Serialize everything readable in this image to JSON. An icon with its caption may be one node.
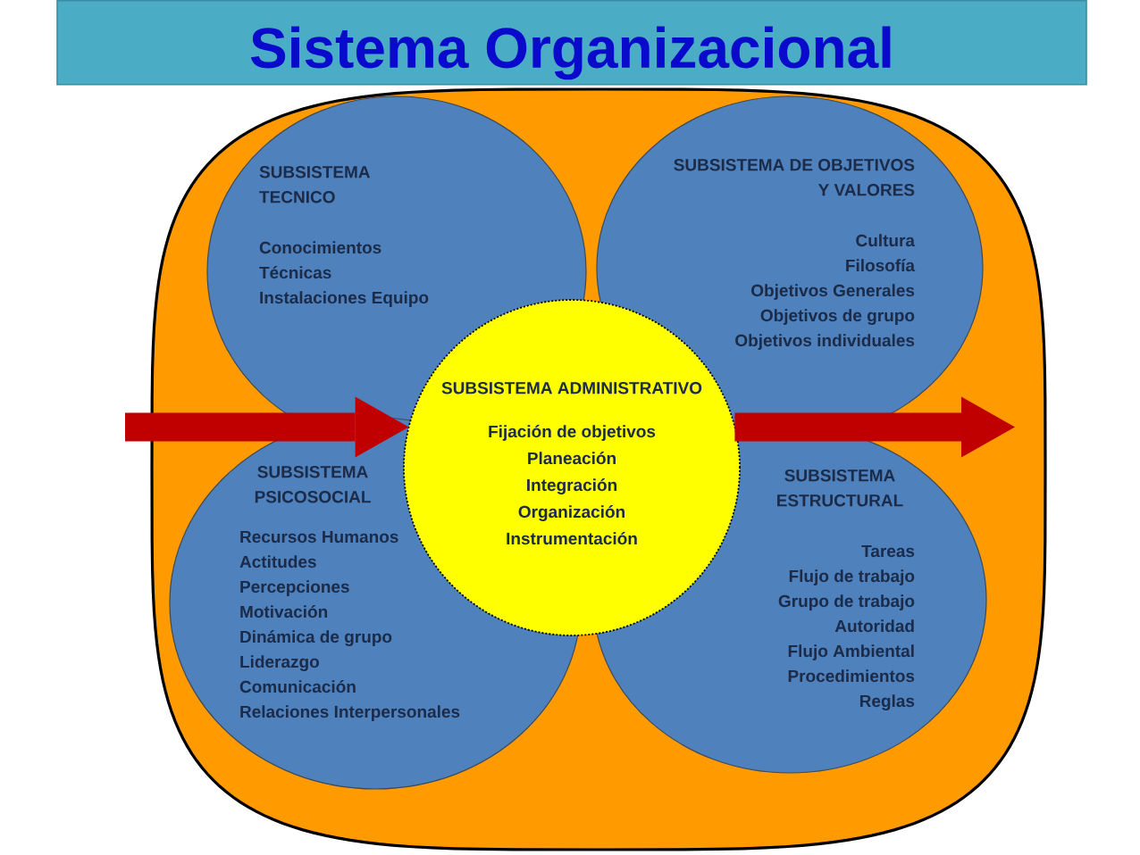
{
  "diagram": {
    "title": "Sistema Organizacional",
    "nodes": [
      {
        "text": [],
        "shape": "ellipse"
      },
      {
        "text": [
          "SUBSISTEMA TECNICO",
          "Conocimientos",
          "Técnicas",
          "Instalaciones Equipo"
        ],
        "in": 0
      },
      {
        "text": [
          "SUBSISTEMA DE OBJETIVOS Y VALORES",
          "Cultura",
          "Filosofía",
          "Objetivos Generales",
          "Objetivos de grupo",
          "Objetivos individuales"
        ],
        "in": 0
      },
      {
        "text": [
          "SUBSISTEMA ADMINISTRATIVO",
          "Fijación de objetivos",
          "Planeación",
          "Integración",
          "Organización",
          "Instrumentación"
        ],
        "in": 0
      },
      {
        "text": [
          "SUBSISTEMA PSICOSOCIAL",
          "Recursos Humanos",
          "Actitudes",
          "Percepciones",
          "Motivación",
          "Dinámica de grupo",
          "Liderazgo",
          "Comunicación",
          "Relaciones Interpersonales"
        ],
        "in": 0
      },
      {
        "text": [
          "SUBSISTEMA ESTRUCTURAL",
          "Tareas",
          "Flujo de trabajo",
          "Grupo de trabajo",
          "Autoridad",
          "Flujo Ambiental",
          "Procedimientos",
          "Reglas"
        ],
        "in": 0
      }
    ],
    "edges": [
      {
        "from": null,
        "to": 3,
        "arrow": "to"
      },
      {
        "from": 3,
        "to": null,
        "arrow": "to"
      }
    ]
  }
}
